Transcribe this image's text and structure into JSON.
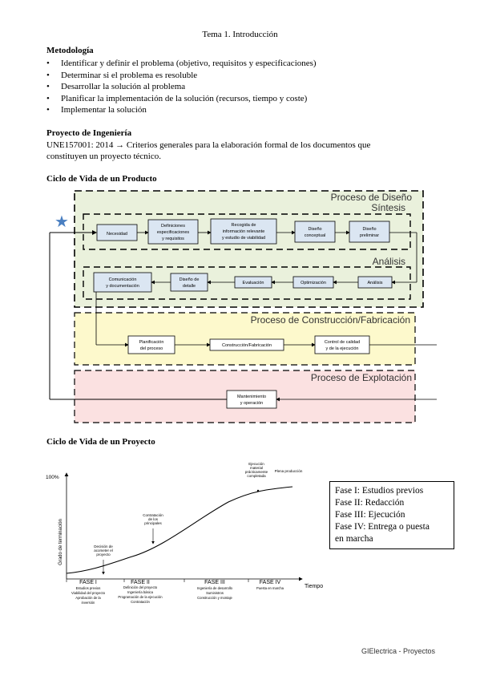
{
  "header": {
    "title": "Tema 1. Introducción"
  },
  "metodologia": {
    "heading": "Metodología",
    "items": [
      "Identificar y definir el problema (objetivo, requisitos y especificaciones)",
      "Determinar si el problema es resoluble",
      "Desarrollar la solución al problema",
      "Planificar la implementación de la solución (recursos, tiempo y coste)",
      "Implementar la solución"
    ]
  },
  "proyecto": {
    "heading": "Proyecto de Ingeniería",
    "line1": "UNE157001: 2014 → Criterios generales para la elaboración formal de los documentos que",
    "line2": "constituyen un proyecto técnico."
  },
  "ciclo_producto": {
    "heading": "Ciclo de Vida de un Producto",
    "diseno_title": "Proceso de Diseño",
    "sintesis_title": "Síntesis",
    "analisis_title": "Análisis",
    "construccion_title": "Proceso de Construcción/Fabricación",
    "explotacion_title": "Proceso de Explotación",
    "sintesis_boxes": [
      [
        "Necesidad"
      ],
      [
        "Definiciones",
        "especificaciones",
        "y requisitos"
      ],
      [
        "Recogida de",
        "información relevante",
        "y estudio de viabilidad"
      ],
      [
        "Diseño",
        "conceptual"
      ],
      [
        "Diseño",
        "preliminar"
      ]
    ],
    "analisis_boxes": [
      [
        "Comunicación",
        "y documentación"
      ],
      [
        "Diseño de",
        "detalle"
      ],
      [
        "Evaluación"
      ],
      [
        "Optimización"
      ],
      [
        "Análisis"
      ]
    ],
    "construccion_boxes": [
      [
        "Planificación",
        "del proceso"
      ],
      [
        "Construcción/Fabricación"
      ],
      [
        "Control de calidad",
        "y de la ejecución"
      ]
    ],
    "explotacion_boxes": [
      [
        "Mantenimiento",
        "y operación"
      ]
    ]
  },
  "ciclo_proyecto": {
    "heading": "Ciclo de Vida de un Proyecto",
    "y_label": "Grado de terminación",
    "y_top": "100%",
    "x_label": "Tiempo",
    "phases": [
      "FASE I",
      "FASE II",
      "FASE III",
      "FASE IV"
    ],
    "phase_details": [
      [
        "Estudios previos",
        "Viabilidad del proyecto",
        "Aprobación de la",
        "inversión"
      ],
      [
        "Definición del proyecto",
        "Ingeniería básica",
        "Programación de la ejecución",
        "Contratación"
      ],
      [
        "Ingeniería de desarrollo",
        "Suministros",
        "Construcción y montaje"
      ],
      [
        "Puesta en marcha"
      ]
    ],
    "annotations": {
      "a1": [
        "Decisión de",
        "acometer el",
        "proyecto"
      ],
      "a2": [
        "Contratación",
        "de los",
        "principales"
      ],
      "a3": [
        "Ejecución",
        "material",
        "prácticamente",
        "completada"
      ],
      "a4": [
        "Plena producción"
      ]
    },
    "legend": [
      "Fase I: Estudios previos",
      "Fase II: Redacción",
      "Fase III: Ejecución",
      "Fase IV: Entrega o puesta",
      "en marcha"
    ]
  },
  "footer": {
    "text": "GIElectrica - Proyectos"
  },
  "colors": {
    "diseno_bg": "#eaf1dc",
    "construccion_bg": "#fdf9cc",
    "explotacion_bg": "#fbe1e1",
    "box_bg": "#dbe6f2",
    "star": "#4a7fc1"
  }
}
